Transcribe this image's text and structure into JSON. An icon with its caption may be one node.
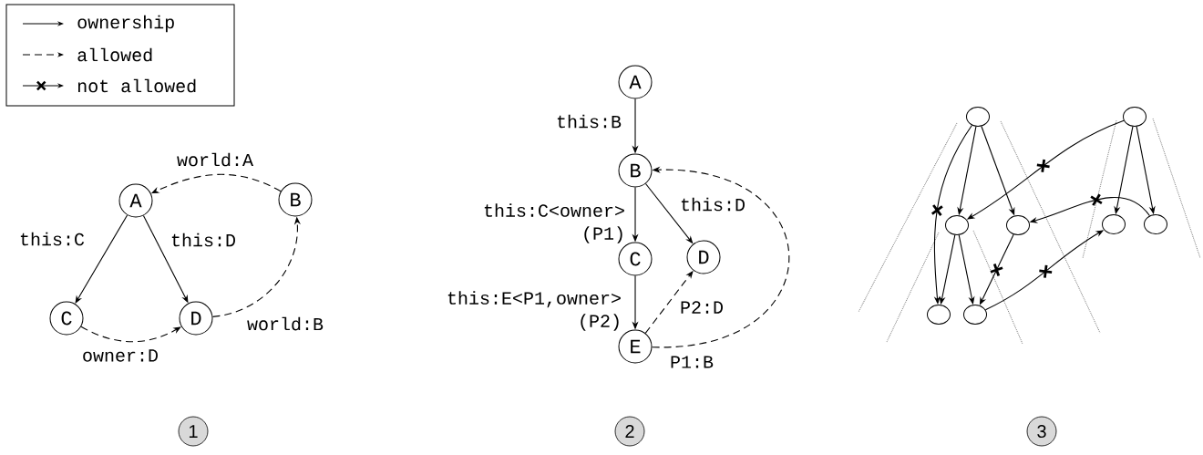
{
  "diagram": {
    "nodes": [
      {
        "text": [
          "A"
        ]
      },
      {
        "text": [
          "B"
        ]
      },
      {
        "text": [
          "C"
        ]
      },
      {
        "text": [
          "D"
        ]
      },
      {
        "text": [
          "A"
        ]
      },
      {
        "text": [
          "B"
        ]
      },
      {
        "text": [
          "C"
        ]
      },
      {
        "text": [
          "D"
        ]
      },
      {
        "text": [
          "E"
        ]
      },
      {
        "text": [],
        "shape": "circle"
      },
      {
        "text": [],
        "shape": "circle"
      },
      {
        "text": [],
        "shape": "circle"
      },
      {
        "text": [],
        "shape": "circle"
      },
      {
        "text": [],
        "shape": "circle"
      },
      {
        "text": [],
        "shape": "circle"
      },
      {
        "text": [],
        "shape": "circle"
      },
      {
        "text": [],
        "shape": "circle"
      },
      {
        "text": [
          "1"
        ]
      },
      {
        "text": [
          "2"
        ]
      },
      {
        "text": [
          "3"
        ]
      }
    ],
    "edges": [
      {
        "from": 1,
        "to": 0,
        "arrow": "to",
        "label": "world:A",
        "style": "dashed"
      },
      {
        "from": 0,
        "to": 2,
        "arrow": "to",
        "label": "this:C"
      },
      {
        "from": 0,
        "to": 3,
        "arrow": "to",
        "label": "this:D"
      },
      {
        "from": 3,
        "to": 1,
        "arrow": "to",
        "label": "world:B",
        "style": "dashed"
      },
      {
        "from": 2,
        "to": 3,
        "arrow": "to",
        "label": "owner:D",
        "style": "dashed"
      },
      {
        "from": 4,
        "to": 5,
        "arrow": "to",
        "label": "this:B"
      },
      {
        "from": 5,
        "to": 6,
        "arrow": "to",
        "label": "this:C<owner> (P1)"
      },
      {
        "from": 5,
        "to": 7,
        "arrow": "to",
        "label": "this:D"
      },
      {
        "from": 6,
        "to": 8,
        "arrow": "to",
        "label": "this:E<P1,owner> (P2)"
      },
      {
        "from": 8,
        "to": 7,
        "arrow": "to",
        "label": "P2:D",
        "style": "dashed"
      },
      {
        "from": 8,
        "to": 5,
        "arrow": "to",
        "label": "P1:B",
        "style": "dashed"
      },
      {
        "from": 9,
        "to": 15,
        "arrow": "to"
      },
      {
        "from": 9,
        "to": 11,
        "arrow": "to"
      },
      {
        "from": 9,
        "to": 12,
        "arrow": "to"
      },
      {
        "from": 10,
        "to": 11,
        "arrow": "to"
      },
      {
        "from": 10,
        "to": 13,
        "arrow": "to"
      },
      {
        "from": 10,
        "to": 14,
        "arrow": "to"
      },
      {
        "from": 14,
        "to": 12,
        "arrow": "to"
      },
      {
        "from": 11,
        "to": 15,
        "arrow": "to"
      },
      {
        "from": 11,
        "to": 16,
        "arrow": "to"
      },
      {
        "from": 12,
        "to": 16,
        "arrow": "to"
      },
      {
        "from": 16,
        "to": 13,
        "arrow": "to"
      }
    ],
    "legend": [
      {
        "text": "ownership"
      },
      {
        "text": "allowed"
      },
      {
        "text": "not allowed"
      }
    ]
  }
}
